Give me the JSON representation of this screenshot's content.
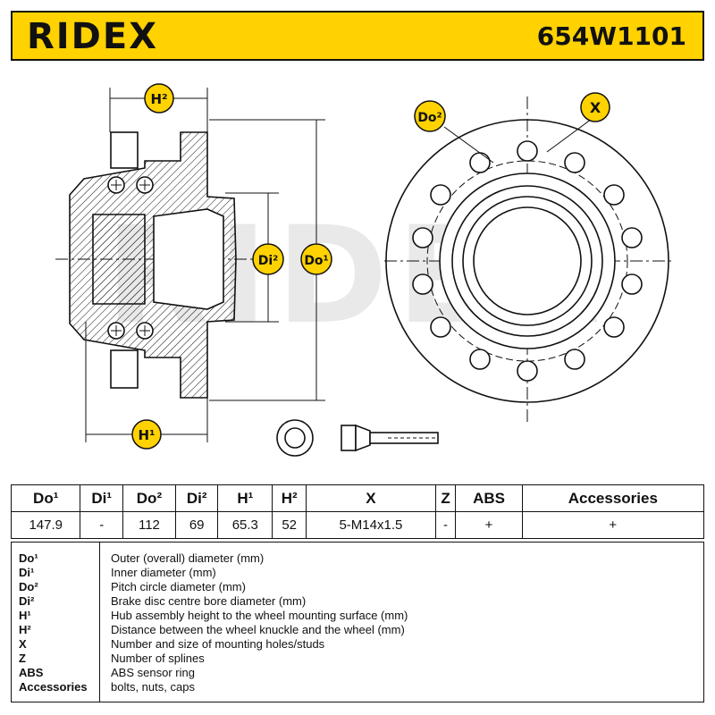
{
  "header": {
    "brand": "RIDEX",
    "part_number": "654W1101"
  },
  "watermark": "RIDEX",
  "drawing_labels": {
    "h2": "H²",
    "di2": "Di²",
    "do1": "Do¹",
    "h1": "H¹",
    "do2": "Do²",
    "x": "X"
  },
  "colors": {
    "accent": "#ffd200",
    "line": "#111111"
  },
  "specs": {
    "headers": [
      "Do¹",
      "Di¹",
      "Do²",
      "Di²",
      "H¹",
      "H²",
      "X",
      "Z",
      "ABS",
      "Accessories"
    ],
    "values": [
      "147.9",
      "-",
      "112",
      "69",
      "65.3",
      "52",
      "5-M14x1.5",
      "-",
      "+",
      "+"
    ]
  },
  "legend": [
    {
      "key": "Do¹",
      "desc": "Outer (overall) diameter (mm)"
    },
    {
      "key": "Di¹",
      "desc": "Inner diameter (mm)"
    },
    {
      "key": "Do²",
      "desc": "Pitch circle diameter (mm)"
    },
    {
      "key": "Di²",
      "desc": "Brake disc centre bore diameter (mm)"
    },
    {
      "key": "H¹",
      "desc": "Hub assembly height to the wheel mounting surface (mm)"
    },
    {
      "key": "H²",
      "desc": "Distance between the wheel knuckle and the wheel (mm)"
    },
    {
      "key": "X",
      "desc": "Number and size of mounting holes/studs"
    },
    {
      "key": "Z",
      "desc": "Number of splines"
    },
    {
      "key": "ABS",
      "desc": "ABS sensor ring"
    },
    {
      "key": "Accessories",
      "desc": "bolts, nuts, caps"
    }
  ]
}
